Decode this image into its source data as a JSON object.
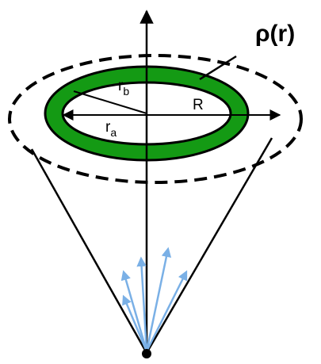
{
  "labels": {
    "rho": "ρ(r)",
    "r_b_main": "r",
    "r_b_sub": "b",
    "r_a_main": "r",
    "r_a_sub": "a",
    "R": "R"
  },
  "colors": {
    "ring_fill": "#149a14",
    "ring_stroke": "#000000",
    "arrows": "#7ab0e6",
    "lines": "#000000"
  }
}
